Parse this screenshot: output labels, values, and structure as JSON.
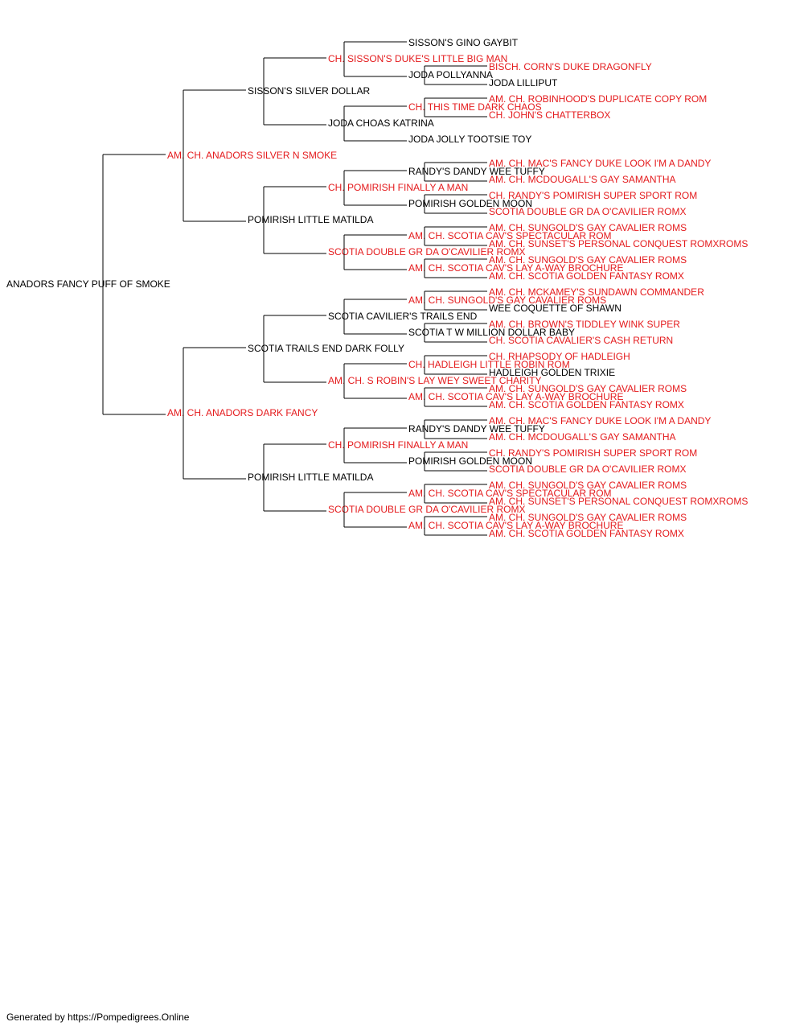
{
  "colors": {
    "champion": "#e41a1c",
    "regular": "#000000",
    "lines": "#000000"
  },
  "pedigree": {
    "name": "ANADORS FANCY PUFF OF SMOKE",
    "ch": false,
    "sire": {
      "name": "AM. CH. ANADORS SILVER N SMOKE",
      "ch": true,
      "sire": {
        "name": "SISSON'S SILVER DOLLAR",
        "ch": false,
        "sire": {
          "name": "CH. SISSON'S DUKE'S LITTLE BIG MAN",
          "ch": true,
          "sire": {
            "name": "SISSON'S GINO GAYBIT",
            "ch": false
          },
          "dam": {
            "name": "JODA POLLYANNA",
            "ch": false,
            "sire": {
              "name": "BISCH. CORN'S DUKE DRAGONFLY",
              "ch": true
            },
            "dam": {
              "name": "JODA LILLIPUT",
              "ch": false
            }
          }
        },
        "dam": {
          "name": "JODA CHOAS KATRINA",
          "ch": false,
          "sire": {
            "name": "CH. THIS TIME DARK CHAOS",
            "ch": true,
            "sire": {
              "name": "AM. CH. ROBINHOOD'S DUPLICATE COPY ROM",
              "ch": true
            },
            "dam": {
              "name": "CH. JOHN'S CHATTERBOX",
              "ch": true
            }
          },
          "dam": {
            "name": "JODA JOLLY TOOTSIE TOY",
            "ch": false
          }
        }
      },
      "dam": {
        "name": "POMIRISH LITTLE MATILDA",
        "ch": false,
        "sire": {
          "name": "CH. POMIRISH FINALLY A MAN",
          "ch": true,
          "sire": {
            "name": "RANDY'S DANDY WEE TUFFY",
            "ch": false,
            "sire": {
              "name": "AM. CH. MAC'S FANCY DUKE LOOK I'M A DANDY",
              "ch": true
            },
            "dam": {
              "name": "AM. CH. MCDOUGALL'S GAY SAMANTHA",
              "ch": true
            }
          },
          "dam": {
            "name": "POMIRISH GOLDEN MOON",
            "ch": false,
            "sire": {
              "name": "CH. RANDY'S POMIRISH SUPER SPORT ROM",
              "ch": true
            },
            "dam": {
              "name": "SCOTIA DOUBLE GR DA O'CAVILIER ROMX",
              "ch": true
            }
          }
        },
        "dam": {
          "name": "SCOTIA DOUBLE GR DA O'CAVILIER ROMX",
          "ch": true,
          "sire": {
            "name": "AM. CH. SCOTIA CAV'S SPECTACULAR ROM",
            "ch": true,
            "sire": {
              "name": "AM. CH. SUNGOLD'S GAY CAVALIER ROMS",
              "ch": true
            },
            "dam": {
              "name": "AM. CH. SUNSET'S PERSONAL CONQUEST ROMXROMS",
              "ch": true
            }
          },
          "dam": {
            "name": "AM. CH. SCOTIA CAV'S LAY A-WAY BROCHURE",
            "ch": true,
            "sire": {
              "name": "AM. CH. SUNGOLD'S GAY CAVALIER ROMS",
              "ch": true
            },
            "dam": {
              "name": "AM. CH. SCOTIA GOLDEN FANTASY ROMX",
              "ch": true
            }
          }
        }
      }
    },
    "dam": {
      "name": "AM. CH. ANADORS DARK FANCY",
      "ch": true,
      "sire": {
        "name": "SCOTIA TRAILS END DARK FOLLY",
        "ch": false,
        "sire": {
          "name": "SCOTIA CAVILIER'S TRAILS END",
          "ch": false,
          "sire": {
            "name": "AM. CH. SUNGOLD'S GAY CAVALIER ROMS",
            "ch": true,
            "sire": {
              "name": "AM. CH. MCKAMEY'S SUNDAWN COMMANDER",
              "ch": true
            },
            "dam": {
              "name": "WEE COQUETTE OF SHAWN",
              "ch": false
            }
          },
          "dam": {
            "name": "SCOTIA T W MILLION DOLLAR BABY",
            "ch": false,
            "sire": {
              "name": "AM. CH. BROWN'S TIDDLEY WINK SUPER",
              "ch": true
            },
            "dam": {
              "name": "CH. SCOTIA CAVALIER'S CASH RETURN",
              "ch": true
            }
          }
        },
        "dam": {
          "name": "AM. CH. S ROBIN'S LAY WEY SWEET CHARITY",
          "ch": true,
          "sire": {
            "name": "CH. HADLEIGH LITTLE ROBIN ROM",
            "ch": true,
            "sire": {
              "name": "CH. RHAPSODY OF HADLEIGH",
              "ch": true
            },
            "dam": {
              "name": "HADLEIGH GOLDEN TRIXIE",
              "ch": false
            }
          },
          "dam": {
            "name": "AM. CH. SCOTIA CAV'S LAY A-WAY BROCHURE",
            "ch": true,
            "sire": {
              "name": "AM. CH. SUNGOLD'S GAY CAVALIER ROMS",
              "ch": true
            },
            "dam": {
              "name": "AM. CH. SCOTIA GOLDEN FANTASY ROMX",
              "ch": true
            }
          }
        }
      },
      "dam": {
        "name": "POMIRISH LITTLE MATILDA",
        "ch": false,
        "sire": {
          "name": "CH. POMIRISH FINALLY A MAN",
          "ch": true,
          "sire": {
            "name": "RANDY'S DANDY WEE TUFFY",
            "ch": false,
            "sire": {
              "name": "AM. CH. MAC'S FANCY DUKE LOOK I'M A DANDY",
              "ch": true
            },
            "dam": {
              "name": "AM. CH. MCDOUGALL'S GAY SAMANTHA",
              "ch": true
            }
          },
          "dam": {
            "name": "POMIRISH GOLDEN MOON",
            "ch": false,
            "sire": {
              "name": "CH. RANDY'S POMIRISH SUPER SPORT ROM",
              "ch": true
            },
            "dam": {
              "name": "SCOTIA DOUBLE GR DA O'CAVILIER ROMX",
              "ch": true
            }
          }
        },
        "dam": {
          "name": "SCOTIA DOUBLE GR DA O'CAVILIER ROMX",
          "ch": true,
          "sire": {
            "name": "AM. CH. SCOTIA CAV'S SPECTACULAR ROM",
            "ch": true,
            "sire": {
              "name": "AM. CH. SUNGOLD'S GAY CAVALIER ROMS",
              "ch": true
            },
            "dam": {
              "name": "AM. CH. SUNSET'S PERSONAL CONQUEST ROMXROMS",
              "ch": true
            }
          },
          "dam": {
            "name": "AM. CH. SCOTIA CAV'S LAY A-WAY BROCHURE",
            "ch": true,
            "sire": {
              "name": "AM. CH. SUNGOLD'S GAY CAVALIER ROMS",
              "ch": true
            },
            "dam": {
              "name": "AM. CH. SCOTIA GOLDEN FANTASY ROMX",
              "ch": true
            }
          }
        }
      }
    }
  },
  "footer": "Generated by https://Pompedigrees.Online"
}
